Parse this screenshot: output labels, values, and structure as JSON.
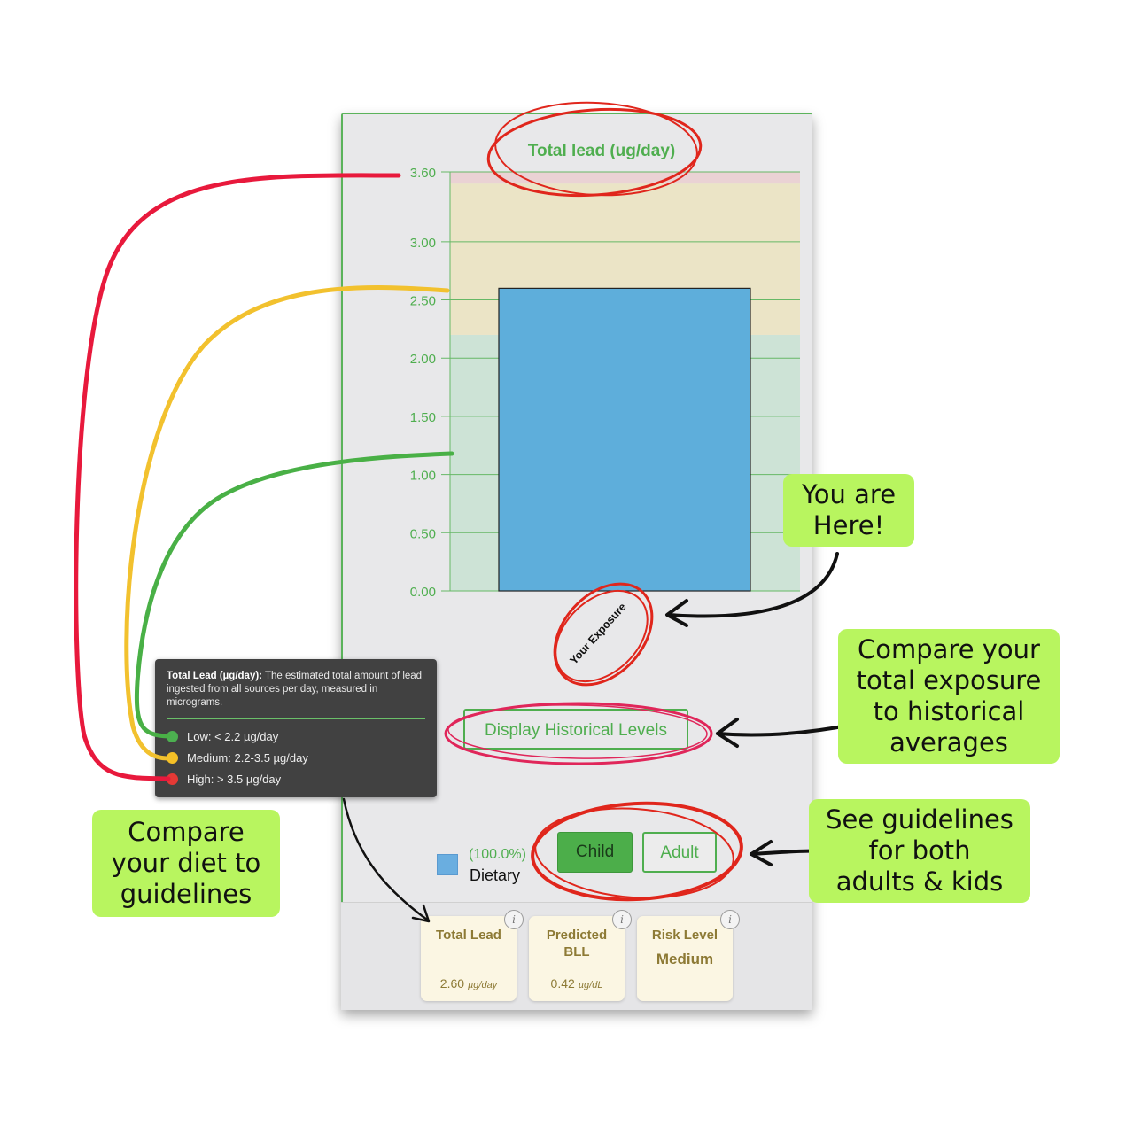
{
  "chart": {
    "title": "Total lead (ug/day)",
    "x_label": "Your Exposure"
  },
  "chart_data": {
    "type": "bar",
    "title": "Total lead (ug/day)",
    "categories": [
      "Your Exposure"
    ],
    "values": [
      2.6
    ],
    "ylim": [
      0,
      3.6
    ],
    "y_ticks": [
      "0.00",
      "0.50",
      "1.00",
      "1.50",
      "2.00",
      "2.50",
      "3.00",
      "3.60"
    ],
    "y_tick_values": [
      0,
      0.5,
      1.0,
      1.5,
      2.0,
      2.5,
      3.0,
      3.6
    ],
    "bands": [
      {
        "name": "low",
        "from": 0,
        "to": 2.2,
        "color": "#cde3d6"
      },
      {
        "name": "medium",
        "from": 2.2,
        "to": 3.5,
        "color": "#ebe4c6"
      },
      {
        "name": "high",
        "from": 3.5,
        "to": 3.6,
        "color": "#ead2d4"
      }
    ],
    "bar_color": "#5eaedb",
    "grid": true
  },
  "buttons": {
    "historical": "Display Historical Levels",
    "child": "Child",
    "adult": "Adult"
  },
  "legend": {
    "percent": "(100.0%)",
    "name": "Dietary",
    "color": "#6aaee0"
  },
  "stats": {
    "total_lead": {
      "title": "Total Lead",
      "value": "2.60",
      "unit": "µg/day"
    },
    "predicted_bll": {
      "title_line1": "Predicted",
      "title_line2": "BLL",
      "value": "0.42",
      "unit": "µg/dL"
    },
    "risk_level": {
      "title": "Risk Level",
      "value": "Medium"
    },
    "info_glyph": "i"
  },
  "tooltip": {
    "term": "Total Lead (µg/day):",
    "description": " The estimated total amount of lead ingested from all sources per day, measured in micrograms.",
    "low": "Low: < 2.2 µg/day",
    "medium": "Medium: 2.2-3.5 µg/day",
    "high": "High: > 3.5 µg/day",
    "colors": {
      "low": "#4caf50",
      "medium": "#f5c026",
      "high": "#e53935"
    }
  },
  "callouts": {
    "you_are_here": [
      "You are",
      "Here!"
    ],
    "compare_historical": [
      "Compare your",
      "total exposure",
      "to historical",
      "averages"
    ],
    "compare_diet": [
      "Compare",
      "your diet to",
      "guidelines"
    ],
    "see_guidelines": [
      "See guidelines",
      "for both",
      "adults & kids"
    ]
  },
  "annotation_colors": {
    "red": "#e8193c",
    "yellow": "#f2c12e",
    "green": "#49b046",
    "circle": "#e0261c"
  }
}
